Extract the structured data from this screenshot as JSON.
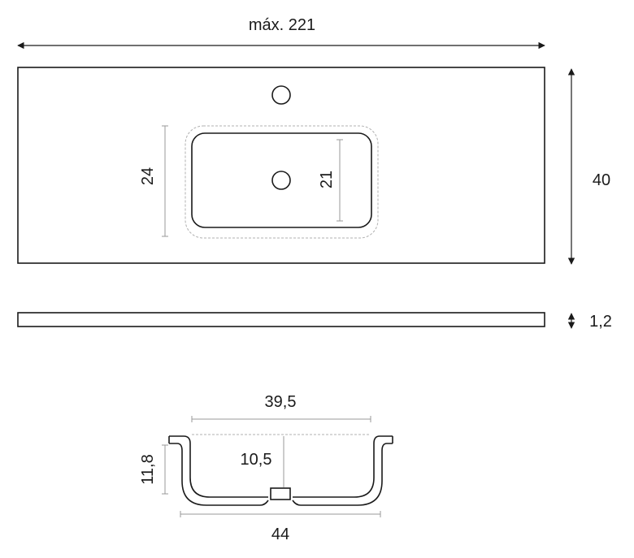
{
  "diagram": {
    "top_view": {
      "width_label": "máx. 221",
      "depth_label": "40",
      "basin_outer_depth_label": "24",
      "basin_inner_depth_label": "21"
    },
    "side_view": {
      "thickness_label": "1,2"
    },
    "section_view": {
      "top_width_label": "39,5",
      "bottom_width_label": "44",
      "outer_height_label": "11,8",
      "inner_height_label": "10,5"
    }
  }
}
